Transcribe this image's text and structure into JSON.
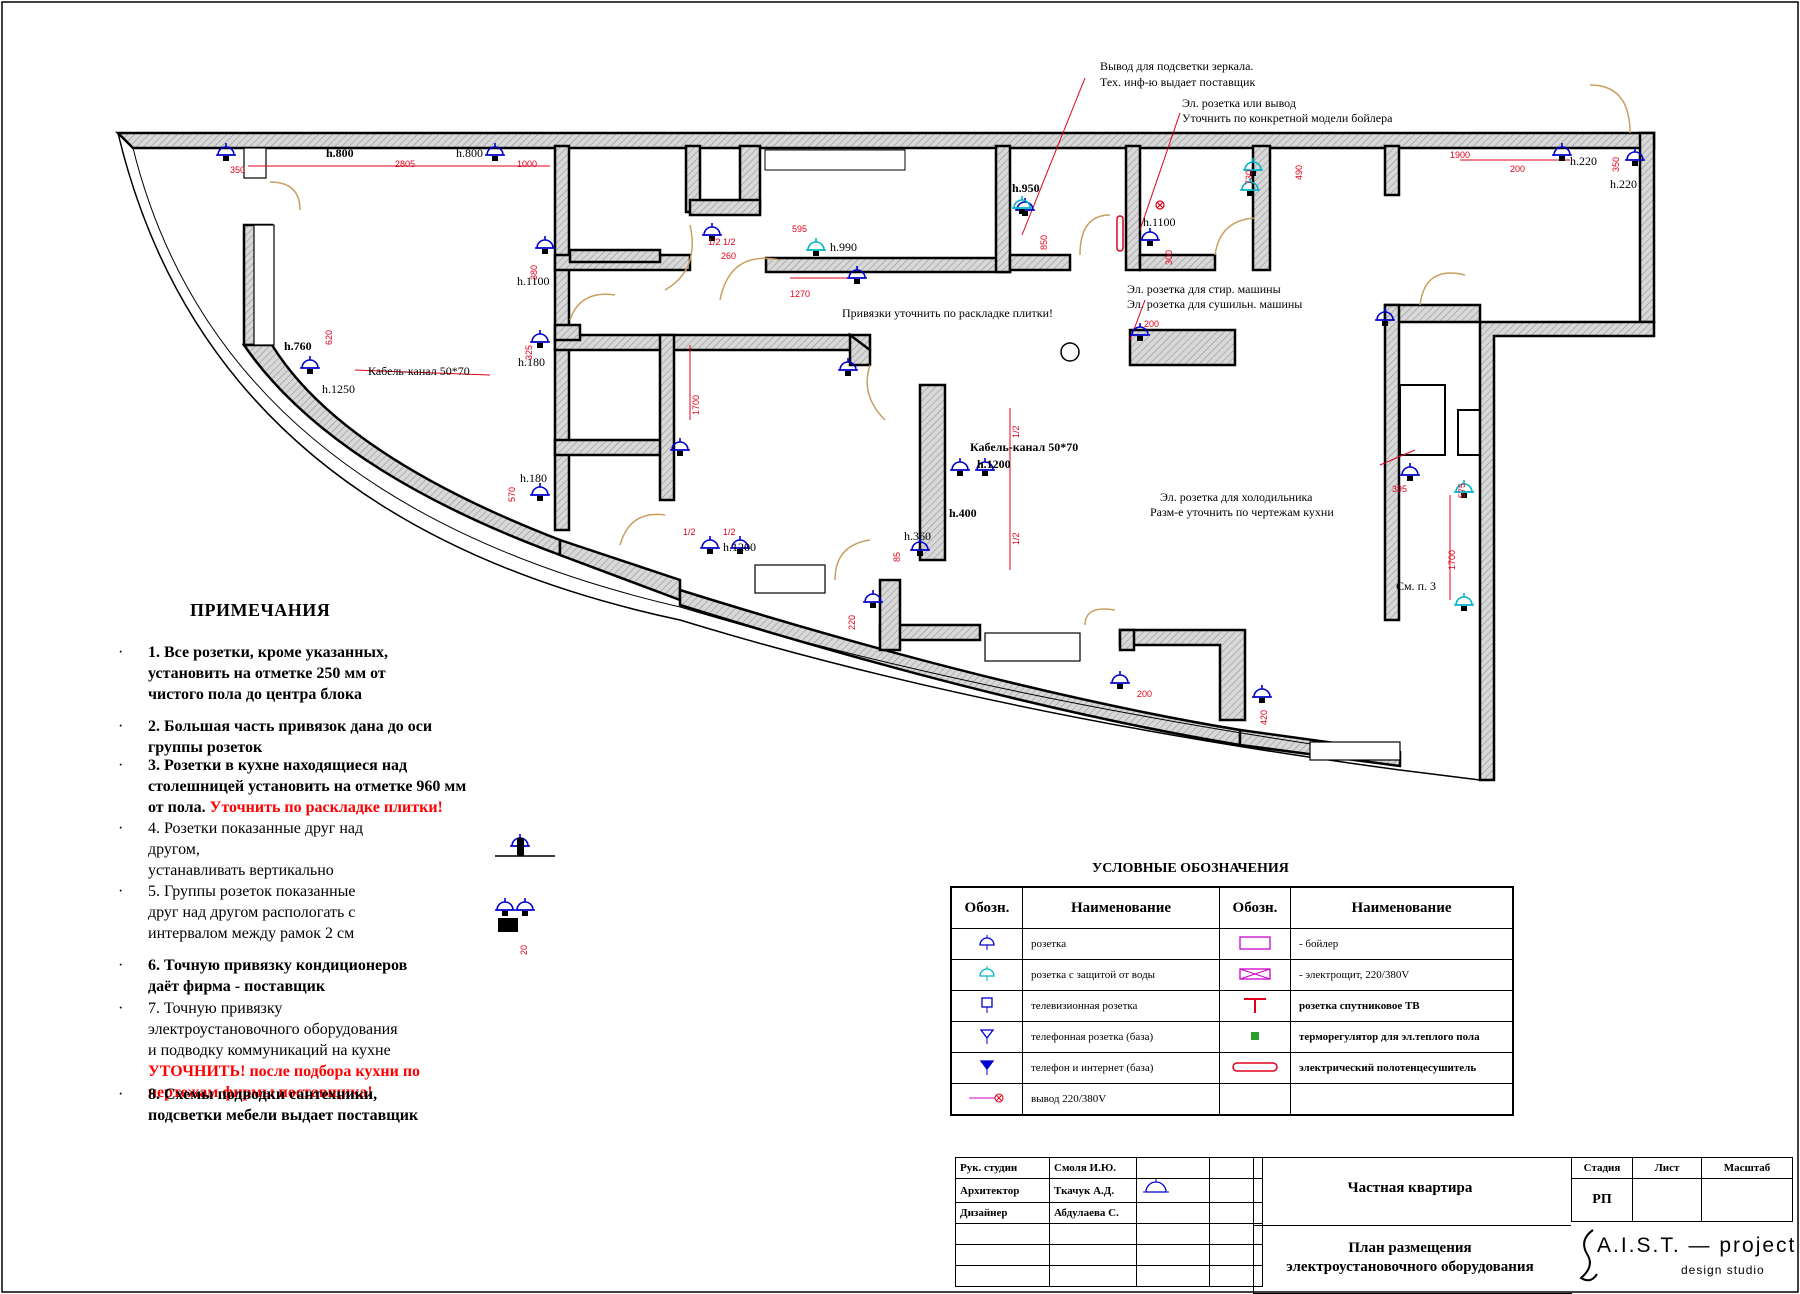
{
  "plan": {
    "labels": [
      {
        "id": "mirror-light-1",
        "text": "Вывод для подсветки зеркала.",
        "bold": false
      },
      {
        "id": "mirror-light-2",
        "text": "Тех. инф-ю выдает поставщик",
        "bold": false
      },
      {
        "id": "boiler-1",
        "text": "Эл. розетка или вывод",
        "bold": false
      },
      {
        "id": "boiler-2",
        "text": "Уточнить по конкретной модели бойлера",
        "bold": false
      },
      {
        "id": "h800a",
        "text": "h.800",
        "bold": true
      },
      {
        "id": "h800b",
        "text": "h.800",
        "bold": false
      },
      {
        "id": "h950",
        "text": "h.950",
        "bold": true
      },
      {
        "id": "h990",
        "text": "h.990",
        "bold": false
      },
      {
        "id": "h1100a",
        "text": "h.1100",
        "bold": false
      },
      {
        "id": "h1100b",
        "text": "h.1100",
        "bold": false
      },
      {
        "id": "h220a",
        "text": "h.220",
        "bold": false
      },
      {
        "id": "h220b",
        "text": "h.220",
        "bold": false
      },
      {
        "id": "tile-note",
        "text": "Привязки уточнить по раскладке плитки!",
        "bold": false
      },
      {
        "id": "washer-1",
        "text": "Эл. розетка для стир. машины",
        "bold": false
      },
      {
        "id": "washer-2",
        "text": "Эл. розетка для сушильн. машины",
        "bold": false
      },
      {
        "id": "h760",
        "text": "h.760",
        "bold": true
      },
      {
        "id": "h1250",
        "text": "h.1250",
        "bold": false
      },
      {
        "id": "cable-1",
        "text": "Кабель-канал 50*70",
        "bold": false
      },
      {
        "id": "h180a",
        "text": "h.180",
        "bold": false
      },
      {
        "id": "h180b",
        "text": "h.180",
        "bold": false
      },
      {
        "id": "cable-2",
        "text": "Кабель-канал 50*70",
        "bold": true
      },
      {
        "id": "h1200a",
        "text": "h.1200",
        "bold": true
      },
      {
        "id": "h400",
        "text": "h.400",
        "bold": true
      },
      {
        "id": "h360",
        "text": "h.360",
        "bold": false
      },
      {
        "id": "h1200b",
        "text": "h.1200",
        "bold": false
      },
      {
        "id": "fridge-1",
        "text": "Эл. розетка для холодильника",
        "bold": false
      },
      {
        "id": "fridge-2",
        "text": "Разм-е уточнить по чертежам кухни",
        "bold": false
      },
      {
        "id": "see-p3",
        "text": "См. п. 3",
        "bold": false
      }
    ],
    "dims": [
      "350",
      "2805",
      "1000",
      "1900",
      "200",
      "350",
      "380",
      "595",
      "1270",
      "1/2",
      "1/2",
      "850",
      "300",
      "730",
      "490",
      "260",
      "325",
      "620",
      "1700",
      "570",
      "1/2",
      "1/2",
      "1/2",
      "1/2",
      "85",
      "220",
      "200",
      "420",
      "395",
      "575",
      "1700",
      "200"
    ]
  },
  "notes": {
    "title": "ПРИМЕЧАНИЯ",
    "items": [
      {
        "bold": true,
        "lines": [
          "1. Все розетки, кроме указанных,",
          "установить на отметке 250  мм от",
          "чистого пола до центра блока"
        ]
      },
      {
        "bold": true,
        "lines": [
          "2. Большая часть привязок дана до оси",
          "группы розеток"
        ]
      },
      {
        "bold": true,
        "lines": [
          "3. Розетки в кухне находящиеся над",
          "столешницей установить на отметке  960 мм",
          "от пола."
        ],
        "red": "Уточнить по раскладке плитки!"
      },
      {
        "bold": false,
        "lines": [
          "4. Розетки показанные друг над",
          "другом,",
          "устанавливать вертикально"
        ]
      },
      {
        "bold": false,
        "lines": [
          "5. Группы розеток показанные",
          "друг над другом распологать с",
          "интервалом между рамок 2 см"
        ]
      },
      {
        "bold": true,
        "lines": [
          "6. Точную привязку кондиционеров",
          "даёт фирма - поставщик"
        ]
      },
      {
        "bold": false,
        "lines": [
          "7. Точную привязку",
          "электроустановочного оборудования",
          "и подводку коммуникаций на кухне"
        ],
        "red_lines": [
          "УТОЧНИТЬ! после подбора кухни по",
          "чертежам фирмы поставщика!"
        ]
      },
      {
        "bold": true,
        "lines": [
          "8. Схемы подводки сантехники,",
          "подсветки мебели выдает поставщик"
        ]
      }
    ],
    "dim_20": "20"
  },
  "legend": {
    "title": "УСЛОВНЫЕ ОБОЗНАЧЕНИЯ",
    "col_sym": "Обозн.",
    "col_name": "Наименование",
    "rows": [
      {
        "left_icon": "socket-icon",
        "left": "розетка",
        "right_icon": "boiler-icon",
        "right": "- бойлер"
      },
      {
        "left_icon": "waterproof-socket-icon",
        "left": "розетка с защитой от воды",
        "right_icon": "switchboard-icon",
        "right": "- электрощит, 220/380V"
      },
      {
        "left_icon": "tv-socket-icon",
        "left": "телевизионная розетка",
        "right_icon": "satellite-tv-icon",
        "right": "розетка спутниковое ТВ"
      },
      {
        "left_icon": "phone-socket-icon",
        "left": "телефонная розетка (база)",
        "right_icon": "thermostat-icon",
        "right": "терморегулятор для эл.теплого пола"
      },
      {
        "left_icon": "phone-internet-icon",
        "left": "телефон и интернет (база)",
        "right_icon": "towel-dryer-icon",
        "right": "электрический полотенцесушитель"
      },
      {
        "left_icon": "outlet-220-icon",
        "left": "вывод 220/380V",
        "right_icon": "",
        "right": ""
      }
    ]
  },
  "stamp": {
    "roles": [
      {
        "role": "Рук. студии",
        "name": "Смоля И.Ю."
      },
      {
        "role": "Архитектор",
        "name": "Ткачук А.Д."
      },
      {
        "role": "Дизайнер",
        "name": "Абдулаева С."
      }
    ],
    "title": "Частная квартира",
    "subtitle_1": "План размещения",
    "subtitle_2": "электроустановочного оборудования",
    "stage_label": "Стадия",
    "sheet_label": "Лист",
    "scale_label": "Масштаб",
    "stage_value": "РП",
    "brand": "A.I.S.T. — project",
    "brand_sub": "design studio"
  },
  "colors": {
    "wall": "#000000",
    "dimension": "#e0001b",
    "socket": "#0000cc",
    "waterproof": "#00b4c8",
    "door": "#c8a060",
    "note_red": "#ff0000",
    "leader": "#e0001b"
  }
}
